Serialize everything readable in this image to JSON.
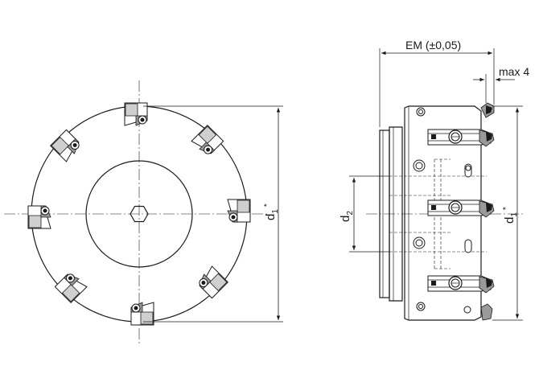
{
  "labels": {
    "em": "EM (±0,05)",
    "max": "max 4",
    "d1_left": "d",
    "d1_left_sub": "1",
    "d1_left_star": "*",
    "d1_right": "d",
    "d1_right_sub": "1",
    "d1_right_star": "*",
    "d2": "d",
    "d2_sub": "2"
  },
  "insert_count": 8
}
